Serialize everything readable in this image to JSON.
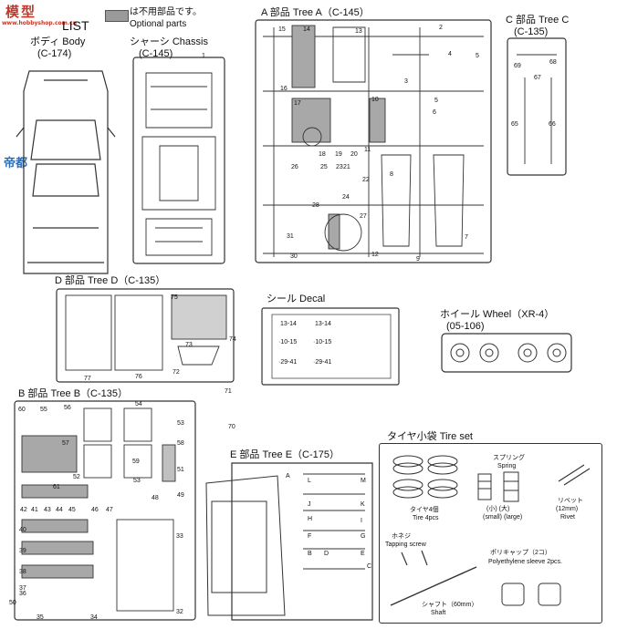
{
  "watermark": {
    "line1": "模型",
    "line2": "www.hobbyshop.com.cn",
    "logo": "帝都"
  },
  "list_title": "LIST",
  "legend": {
    "line1": "は不用部品です。",
    "line2": "Optional parts"
  },
  "body_part": {
    "title": "ボディ Body",
    "code": "(C-174)"
  },
  "chassis_part": {
    "title": "シャーシ Chassis",
    "code": "(C-145)"
  },
  "tree_a": {
    "title": "A 部品 Tree A（C-145）"
  },
  "tree_c": {
    "title": "C 部品 Tree C",
    "code": "(C-135)"
  },
  "tree_d": {
    "title": "D 部品 Tree D（C-135）"
  },
  "decal": {
    "title": "シール Decal",
    "texts": [
      "13-14",
      "13-14",
      "·10-15",
      "·10-15",
      "·29-41",
      "·29-41"
    ]
  },
  "wheel": {
    "title": "ホイール Wheel（XR-4）",
    "code": "(05-106)"
  },
  "tree_b": {
    "title": "B 部品 Tree B（C-135）"
  },
  "tree_e": {
    "title": "E 部品 Tree E（C-175）"
  },
  "tire_set": {
    "title": "タイヤ小袋 Tire set",
    "tire": {
      "jp": "タイヤ4個",
      "en": "Tire 4pcs"
    },
    "spring": {
      "jp": "スプリング",
      "en": "Spring",
      "size_jp": "(小)  (大)",
      "size_en": "(small) (large)"
    },
    "rivet": {
      "jp": "リベット",
      "size": "(12mm)",
      "en": "Rivet"
    },
    "screw": {
      "jp": "ホネジ",
      "en": "Tapping screw"
    },
    "poly": {
      "jp": "ポリキャップ（2コ）",
      "en": "Polyethylene sleeve 2pcs."
    },
    "shaft": {
      "jp": "シャフト（60mm）",
      "en": "Shaft"
    }
  },
  "numbers": {
    "chassis": [
      "1"
    ],
    "tree_a": [
      "15",
      "14",
      "13",
      "2",
      "4",
      "3",
      "5",
      "5",
      "16",
      "17",
      "10",
      "18",
      "19",
      "20",
      "11",
      "21",
      "25",
      "26",
      "23",
      "22",
      "8",
      "6",
      "24",
      "27",
      "28",
      "31",
      "30",
      "12",
      "9",
      "7"
    ],
    "tree_c": [
      "69",
      "68",
      "67",
      "65",
      "66"
    ],
    "tree_d": [
      "75",
      "73",
      "74",
      "72",
      "76",
      "77",
      "71",
      "70"
    ],
    "tree_b": [
      "60",
      "55",
      "56",
      "54",
      "53",
      "57",
      "59",
      "58",
      "61",
      "52",
      "53",
      "51",
      "49",
      "42",
      "41",
      "43",
      "44",
      "45",
      "46",
      "47",
      "48",
      "40",
      "39",
      "38",
      "36",
      "37",
      "50",
      "35",
      "34",
      "33",
      "32"
    ],
    "tree_e_letters": [
      "A",
      "L",
      "M",
      "J",
      "K",
      "H",
      "I",
      "F",
      "G",
      "D",
      "B",
      "E",
      "C"
    ]
  }
}
